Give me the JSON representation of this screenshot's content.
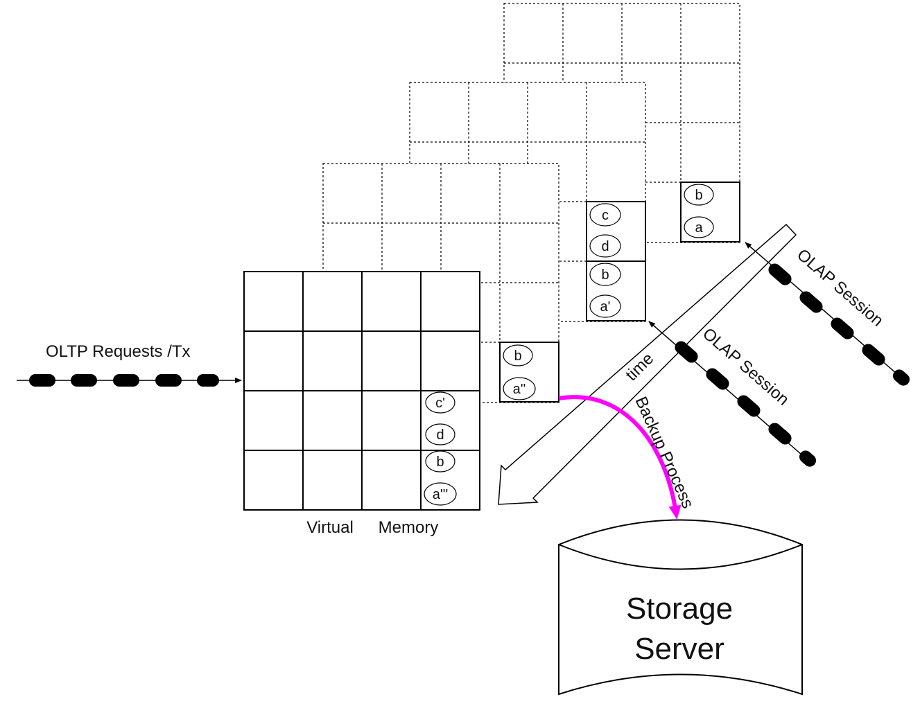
{
  "labels": {
    "oltp": "OLTP Requests /Tx",
    "virtual": "Virtual",
    "memory": "Memory",
    "time": "time",
    "olap1": "OLAP Session",
    "olap2": "OLAP Session",
    "backup": "Backup Process",
    "storage_line1": "Storage",
    "storage_line2": "Server"
  },
  "snapshots": {
    "oldest": [
      "b",
      "a"
    ],
    "older": [
      "c",
      "d",
      "b",
      "a'"
    ],
    "recent": [
      "b",
      "a''"
    ],
    "current": [
      "c'",
      "d",
      "b",
      "a'''"
    ]
  },
  "colors": {
    "backup_arrow": "#ff00ff",
    "line": "#000000"
  }
}
